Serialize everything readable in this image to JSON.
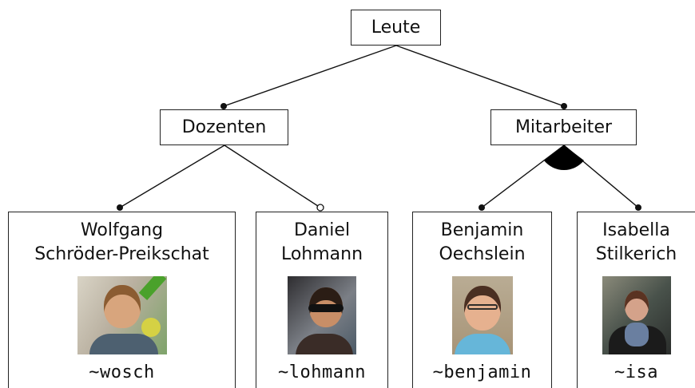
{
  "root": {
    "label": "Leute"
  },
  "groups": {
    "dozenten": {
      "label": "Dozenten"
    },
    "mitarbeiter": {
      "label": "Mitarbeiter"
    }
  },
  "people": [
    {
      "name_line1": "Wolfgang",
      "name_line2": "Schröder-Preikschat",
      "login": "~wosch"
    },
    {
      "name_line1": "Daniel",
      "name_line2": "Lohmann",
      "login": "~lohmann"
    },
    {
      "name_line1": "Benjamin",
      "name_line2": "Oechslein",
      "login": "~benjamin"
    },
    {
      "name_line1": "Isabella",
      "name_line2": "Stilkerich",
      "login": "~isa"
    }
  ],
  "colors": {
    "line": "#111111",
    "box_border": "#222222",
    "background": "#ffffff"
  },
  "icons": {
    "mandatory_marker": "filled-circle",
    "optional_marker": "hollow-circle",
    "alternative_group_marker": "filled-arc"
  }
}
